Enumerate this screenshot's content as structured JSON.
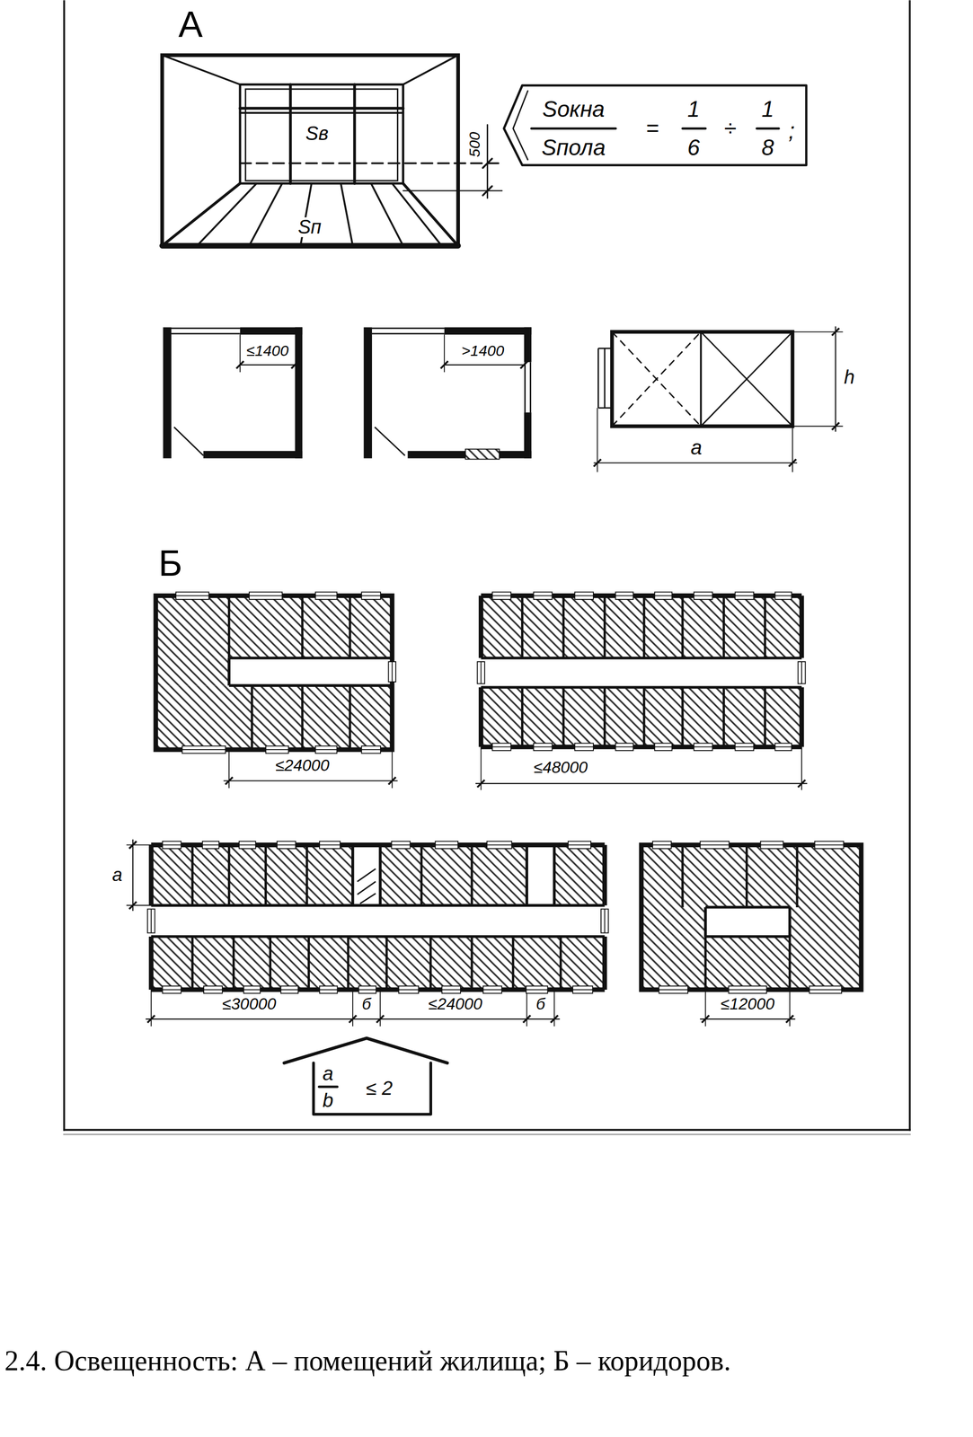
{
  "diagram": {
    "caption": "2.4. Освещенность: А – помещений жилища; Б – коридоров.",
    "nodes": [
      {
        "text": [
          "Sокна",
          "Sпола",
          "=",
          "1",
          "6",
          "÷",
          "1",
          "8",
          ";"
        ]
      },
      {
        "text": [
          "a",
          "b",
          "≤ 2"
        ]
      }
    ],
    "labels": [
      "А",
      "Sв",
      "Sп",
      "500",
      "≤1400",
      ">1400",
      "h",
      "a",
      "Б",
      "≤24000",
      "≤48000",
      "a",
      "≤30000",
      "б",
      "≤24000",
      "б",
      "≤12000"
    ]
  }
}
